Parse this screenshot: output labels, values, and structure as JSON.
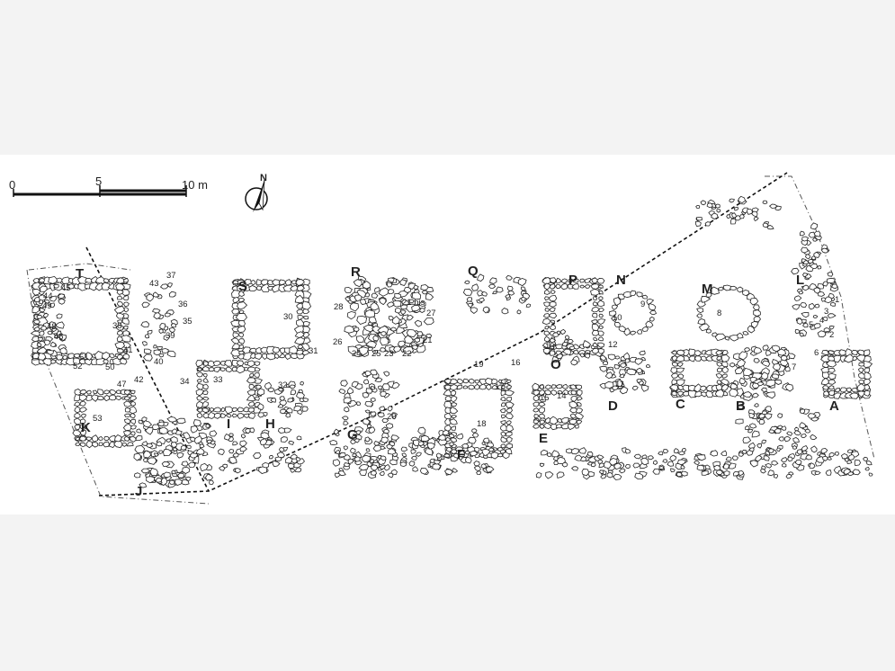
{
  "scale_bar": {
    "labels": [
      "0",
      "5",
      "10 m"
    ]
  },
  "north_arrow": {
    "label": "N",
    "icon": "north-arrow-icon"
  },
  "colors": {
    "paper": "#f3f3f3",
    "band": "#ffffff",
    "ink": "#222222"
  },
  "area_labels": [
    "T",
    "S",
    "R",
    "Q",
    "P",
    "N",
    "M",
    "L",
    "K",
    "J",
    "I",
    "H",
    "G",
    "F",
    "E",
    "O",
    "D",
    "C",
    "B",
    "A"
  ],
  "feature_numbers": [
    "45",
    "44",
    "49",
    "48",
    "46",
    "37",
    "38",
    "43",
    "36",
    "35",
    "39",
    "40",
    "41",
    "42",
    "47",
    "50",
    "51",
    "52",
    "53",
    "34",
    "33",
    "32",
    "30",
    "31",
    "28",
    "26",
    "24",
    "25",
    "23",
    "22",
    "21",
    "27",
    "21 bis",
    "19",
    "16",
    "17",
    "20",
    "18",
    "15",
    "14",
    "13",
    "12",
    "11",
    "10",
    "9",
    "8",
    "7",
    "6",
    "5",
    "4",
    "3",
    "2",
    "1"
  ]
}
